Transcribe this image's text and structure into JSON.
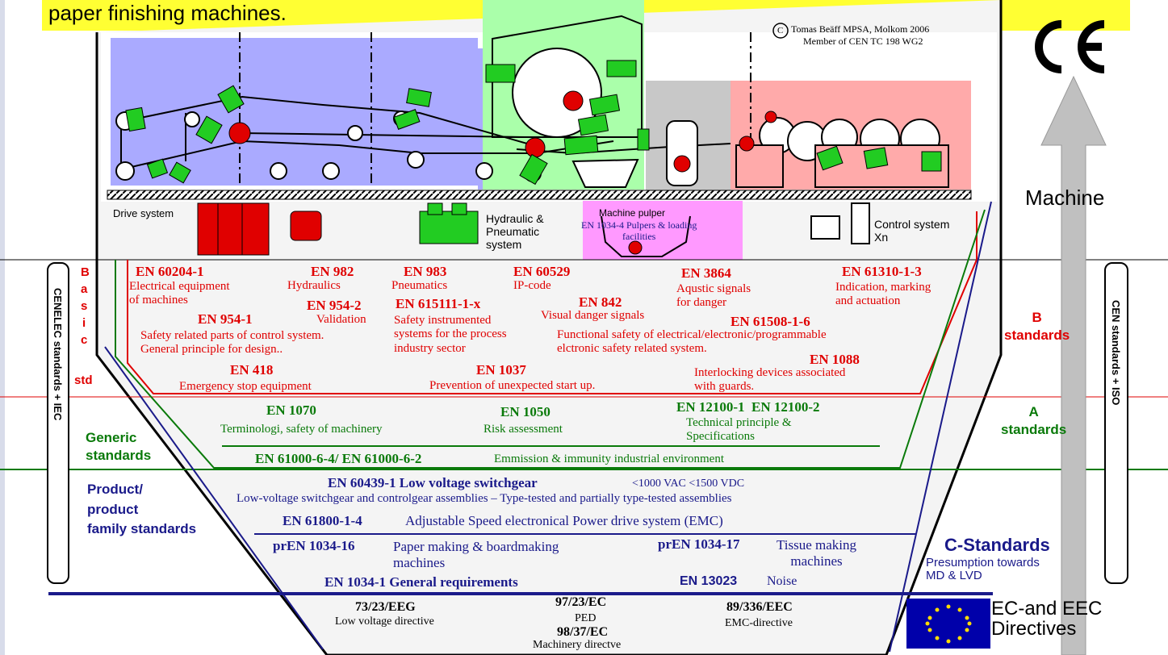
{
  "header": {
    "title_fragment": "paper finishing machines."
  },
  "copyright": {
    "symbol": "C",
    "line1": "Tomas Beäff MPSA, Molkom 2006",
    "line2": "Member of CEN TC 198 WG2"
  },
  "ce_mark": "CE",
  "right_arrow": {
    "top_label": "Machine",
    "bottom_label": "EC-and EEC\nDirectives"
  },
  "machine_labels": {
    "drive": "Drive system",
    "hydraulic": "Hydraulic &\nPneumatic\nsystem",
    "pulper_title": "Machine pulper",
    "pulper_std": "EN 1034-4 Pulpers & loading\nfacilities",
    "control": "Control system\nXn"
  },
  "side": {
    "left_bar": "CENELEC standards + IEC",
    "right_bar": "CEN standards + ISO",
    "basic_std": [
      "B",
      "a",
      "s",
      "i",
      "c",
      "std"
    ],
    "b_standards": "B\nstandards",
    "a_standards": "A\nstandards",
    "generic": "Generic\nstandards",
    "product": "Product/\nproduct\nfamily standards",
    "c_standards": "C-Standards",
    "c_sub": "Presumption towards\nMD & LVD"
  },
  "b_standards": [
    {
      "code": "EN 60204-1",
      "desc": "Electrical equipment\nof machines"
    },
    {
      "code": "EN 982",
      "desc": "Hydraulics"
    },
    {
      "code": "EN 983",
      "desc": "Pneumatics"
    },
    {
      "code": "EN 60529",
      "desc": "IP-code"
    },
    {
      "code": "EN 3864",
      "desc": "Aqustic signals\nfor danger"
    },
    {
      "code": "EN 61310-1-3",
      "desc": "Indication, marking\nand actuation"
    },
    {
      "code": "EN 954-1",
      "desc": "Safety related parts of control system.\nGeneral principle for design.."
    },
    {
      "code": "EN 954-2",
      "desc": "Validation"
    },
    {
      "code": "EN 615111-1-x",
      "desc": "Safety instrumented\nsystems for the process\nindustry sector"
    },
    {
      "code": "EN 842",
      "desc": "Visual danger signals"
    },
    {
      "code": "EN 61508-1-6",
      "desc": "Functional safety of electrical/electronic/programmable\nelctronic safety related system."
    },
    {
      "code": "EN 1088",
      "desc": "Interlocking devices associated\nwith guards."
    },
    {
      "code": "EN 418",
      "desc": "Emergency stop equipment"
    },
    {
      "code": "EN 1037",
      "desc": "Prevention of unexpected start up."
    }
  ],
  "a_standards": [
    {
      "code": "EN 1070",
      "desc": "Terminologi, safety of machinery"
    },
    {
      "code": "EN 1050",
      "desc": "Risk assessment"
    },
    {
      "code": "EN 12100-1  EN 12100-2",
      "desc": "Technical principle &\nSpecifications"
    }
  ],
  "generic_standard": {
    "code": "EN 61000-6-4/ EN 61000-6-2",
    "desc": "Emmission &  immunity industrial environment"
  },
  "product_standards": {
    "switchgear_code": "EN 60439-1 Low voltage switchgear",
    "switchgear_range": "<1000 VAC <1500 VDC",
    "switchgear_desc": "Low-voltage switchgear and controlgear assemblies – Type-tested and partially type-tested assemblies",
    "drive_code": "EN 61800-1-4",
    "drive_desc": "Adjustable Speed electronical Power drive system (EMC)"
  },
  "c_standards": {
    "paper_code": "prEN 1034-16",
    "paper_desc": "Paper making & boardmaking\nmachines",
    "tissue_code": "prEN 1034-17",
    "tissue_desc": "Tissue making\nmachines",
    "general": "EN 1034-1 General requirements",
    "noise_code": "EN 13023",
    "noise_desc": "Noise"
  },
  "directives": [
    {
      "code": "73/23/EEG",
      "desc": "Low voltage directive"
    },
    {
      "code": "97/23/EC",
      "desc": "PED"
    },
    {
      "code": "98/37/EC",
      "desc": "Machinery directve"
    },
    {
      "code": "89/336/EEC",
      "desc": "EMC-directive"
    }
  ],
  "colors": {
    "header_yellow": "#ffff33",
    "drive_zone": "#aaaaff",
    "press_zone": "#aaffaa",
    "reel_zone": "#ffaaaa",
    "b_line": "#e00000",
    "a_line": "#0a7a0a",
    "c_line": "#1a1a8a"
  }
}
